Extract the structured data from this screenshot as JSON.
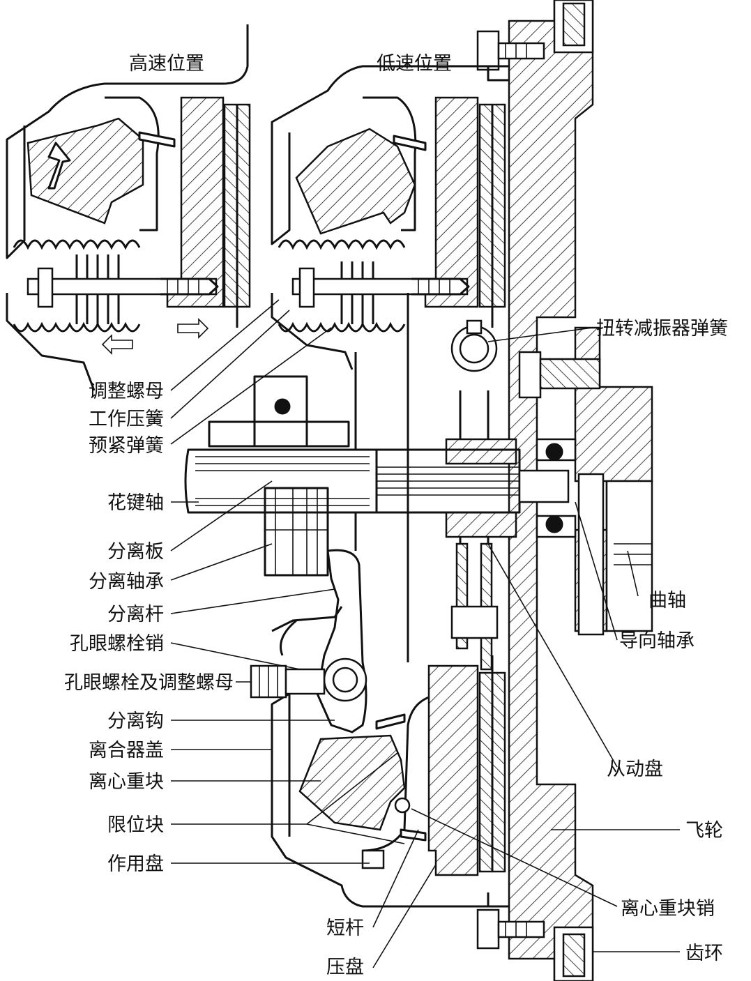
{
  "titles": {
    "high_speed": "高速位置",
    "low_speed": "低速位置"
  },
  "labels": {
    "adjust_nut": "调整螺母",
    "work_spring": "工作压簧",
    "preload_spring": "预紧弹簧",
    "spline_shaft": "花键轴",
    "release_plate": "分离板",
    "release_bearing": "分离轴承",
    "release_lever": "分离杆",
    "eye_bolt_pin": "孔眼螺栓销",
    "eye_bolt_nut": "孔眼螺栓及调整螺母",
    "release_hook": "分离钩",
    "clutch_cover": "离合器盖",
    "cent_weight": "离心重块",
    "stop_block": "限位块",
    "action_plate": "作用盘",
    "short_rod": "短杆",
    "pressure_plate": "压盘",
    "torsion_spring": "扭转减振器弹簧",
    "crankshaft": "曲轴",
    "pilot_bearing": "导向轴承",
    "driven_disc": "从动盘",
    "flywheel": "飞轮",
    "weight_pin": "离心重块销",
    "ring_gear": "齿环"
  }
}
